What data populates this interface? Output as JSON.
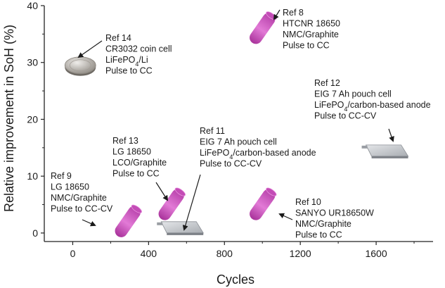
{
  "chart_data": {
    "type": "scatter",
    "xlabel": "Cycles",
    "ylabel": "Relative improvement in SoH (%)",
    "xlim": [
      -150,
      1900
    ],
    "ylim": [
      -1.5,
      40
    ],
    "xticks": [
      0,
      400,
      800,
      1200,
      1600
    ],
    "yticks": [
      0,
      10,
      20,
      30,
      40
    ],
    "grid": false,
    "colors": {
      "cylindrical_cell": "#d94fc6",
      "pouch_cell": "#c9ccd0",
      "coin_cell": "#b8b4ae",
      "axis": "#222222"
    },
    "points": [
      {
        "ref": "Ref 14",
        "cell_type": "coin",
        "x": 40,
        "y": 29.5,
        "lines": [
          "Ref 14",
          "CR3032 coin cell",
          "LiFePO4/Li",
          "Pulse to CC"
        ]
      },
      {
        "ref": "Ref 8",
        "cell_type": "cylindrical",
        "x": 1000,
        "y": 36,
        "lines": [
          "Ref 8",
          "HTCNR 18650",
          "NMC/Graphite",
          "Pulse to CC"
        ]
      },
      {
        "ref": "Ref 12",
        "cell_type": "pouch",
        "x": 1650,
        "y": 14.5,
        "lines": [
          "Ref 12",
          "EIG 7 Ah pouch cell",
          "LiFePO4/carbon-based anode",
          "Pulse to CC-CV"
        ]
      },
      {
        "ref": "Ref 13",
        "cell_type": "cylindrical",
        "x": 520,
        "y": 5,
        "lines": [
          "Ref 13",
          "LG 18650",
          "LCO/Graphite",
          "Pulse to CC"
        ]
      },
      {
        "ref": "Ref 11",
        "cell_type": "pouch",
        "x": 570,
        "y": 1,
        "lines": [
          "Ref 11",
          "EIG 7 Ah pouch cell",
          "LiFePO4/carbon-based anode",
          "Pulse to CC-CV"
        ]
      },
      {
        "ref": "Ref 9",
        "cell_type": "cylindrical",
        "x": 290,
        "y": 2,
        "lines": [
          "Ref 9",
          "LG 18650",
          "NMC/Graphite",
          "Pulse to CC-CV"
        ]
      },
      {
        "ref": "Ref 10",
        "cell_type": "cylindrical",
        "x": 1000,
        "y": 5,
        "lines": [
          "Ref 10",
          "SANYO UR18650W",
          "NMC/Graphite",
          "Pulse to CC"
        ]
      }
    ]
  }
}
